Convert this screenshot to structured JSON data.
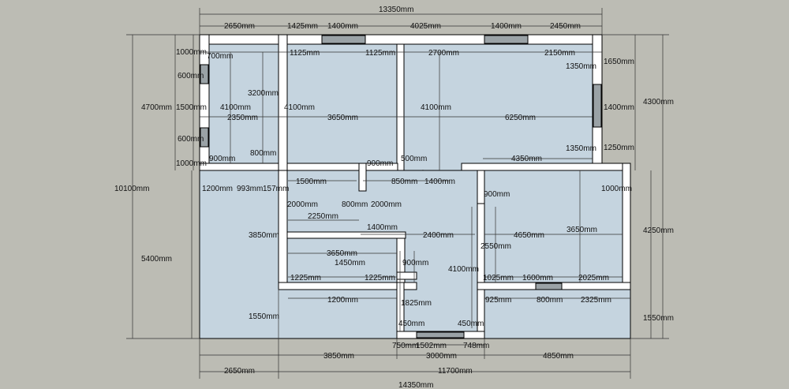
{
  "colors": {
    "background": "#bcbcb4",
    "floor": "#c5d4df",
    "wall": "#ffffff",
    "line": "#000000",
    "window": "#9aa2a6",
    "dimension": "#333333"
  },
  "dimensions": {
    "top_overall": "13350mm",
    "top_segments": [
      "2650mm",
      "1425mm",
      "1400mm",
      "4025mm",
      "1400mm",
      "2450mm"
    ],
    "top_inner": [
      "1125mm",
      "1125mm",
      "2700mm",
      "2150mm"
    ],
    "left_outer": [
      "10100mm"
    ],
    "left_split": [
      "4700mm",
      "5400mm"
    ],
    "left_window_stack": [
      "1000mm",
      "600mm",
      "1500mm",
      "600mm",
      "1000mm"
    ],
    "right_outer": [
      "4300mm",
      "4250mm",
      "1550mm"
    ],
    "right_window_stack": [
      "1650mm",
      "1400mm",
      "1250mm"
    ],
    "bottom_row1": [
      "750mm",
      "1502mm",
      "748mm"
    ],
    "bottom_row2": [
      "3850mm",
      "3000mm",
      "4850mm"
    ],
    "bottom_row3": [
      "2650mm",
      "11700mm"
    ],
    "bottom_overall": "14350mm",
    "interior": [
      "700mm",
      "3200mm",
      "4100mm",
      "4100mm",
      "2350mm",
      "900mm",
      "800mm",
      "3650mm",
      "4100mm",
      "6250mm",
      "1350mm",
      "1350mm",
      "900mm",
      "500mm",
      "4350mm",
      "1500mm",
      "850mm",
      "1400mm",
      "1200mm",
      "993mm",
      "157mm",
      "2000mm",
      "800mm",
      "2000mm",
      "2250mm",
      "1400mm",
      "2400mm",
      "900mm",
      "1000mm",
      "3850mm",
      "3650mm",
      "1450mm",
      "900mm",
      "2550mm",
      "4650mm",
      "3650mm",
      "1225mm",
      "1225mm",
      "4100mm",
      "1025mm",
      "1600mm",
      "2025mm",
      "1200mm",
      "925mm",
      "800mm",
      "2325mm",
      "1825mm",
      "1550mm",
      "450mm",
      "450mm"
    ]
  }
}
